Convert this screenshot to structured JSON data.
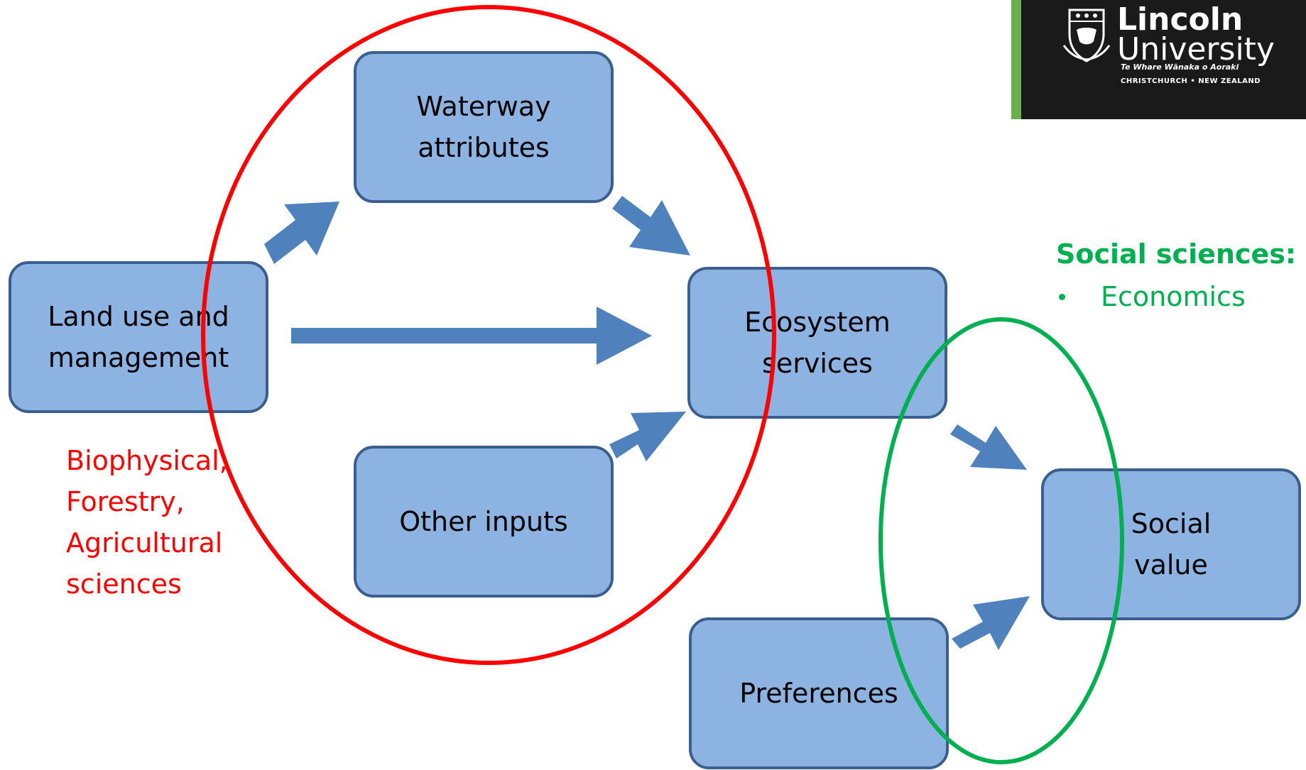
{
  "boxes": {
    "land_use": "Land use and\nmanagement",
    "waterway": "Waterway\nattributes",
    "other_inputs": "Other inputs",
    "ecosystem": "Ecosystem\nservices",
    "social_value": "Social\nvalue",
    "preferences": "Preferences"
  },
  "biophysical_caption": "Biophysical,\nForestry,\nAgricultural\nsciences",
  "social_sciences": {
    "title": "Social sciences:",
    "items": [
      "Economics"
    ]
  },
  "logo": {
    "name_line1": "Lincoln",
    "name_line2": "University",
    "maori_name": "Te Whare Wānaka o Aoraki",
    "location": "CHRISTCHURCH • NEW ZEALAND"
  },
  "colors": {
    "box_fill": "#8db3e2",
    "box_border": "#3a5f8f",
    "arrow": "#4f81bd",
    "biophysical_circle": "#ff0000",
    "social_circle": "#00b050"
  }
}
